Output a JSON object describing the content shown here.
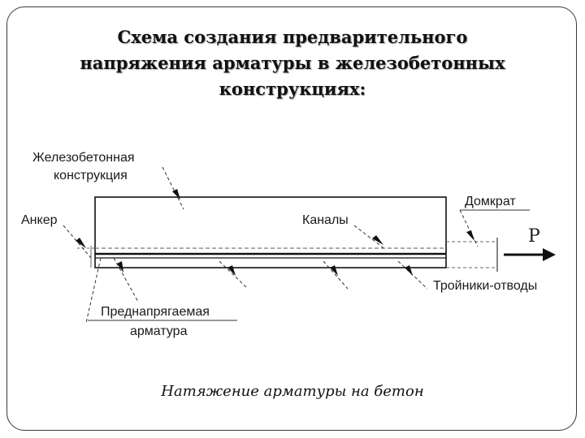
{
  "title": {
    "line1": "Схема создания предварительного",
    "line2": "напряжения арматуры в железобетонных",
    "line3": "конструкциях:"
  },
  "labels": {
    "structure_line1": "Железобетонная",
    "structure_line2": "конструкция",
    "anchor": "Анкер",
    "channels": "Каналы",
    "jack": "Домкрат",
    "force": "P",
    "tees": "Тройники-отводы",
    "rebar_line1": "Преднапрягаемая",
    "rebar_line2": "арматура"
  },
  "caption": "Натяжение арматуры на бетон"
}
